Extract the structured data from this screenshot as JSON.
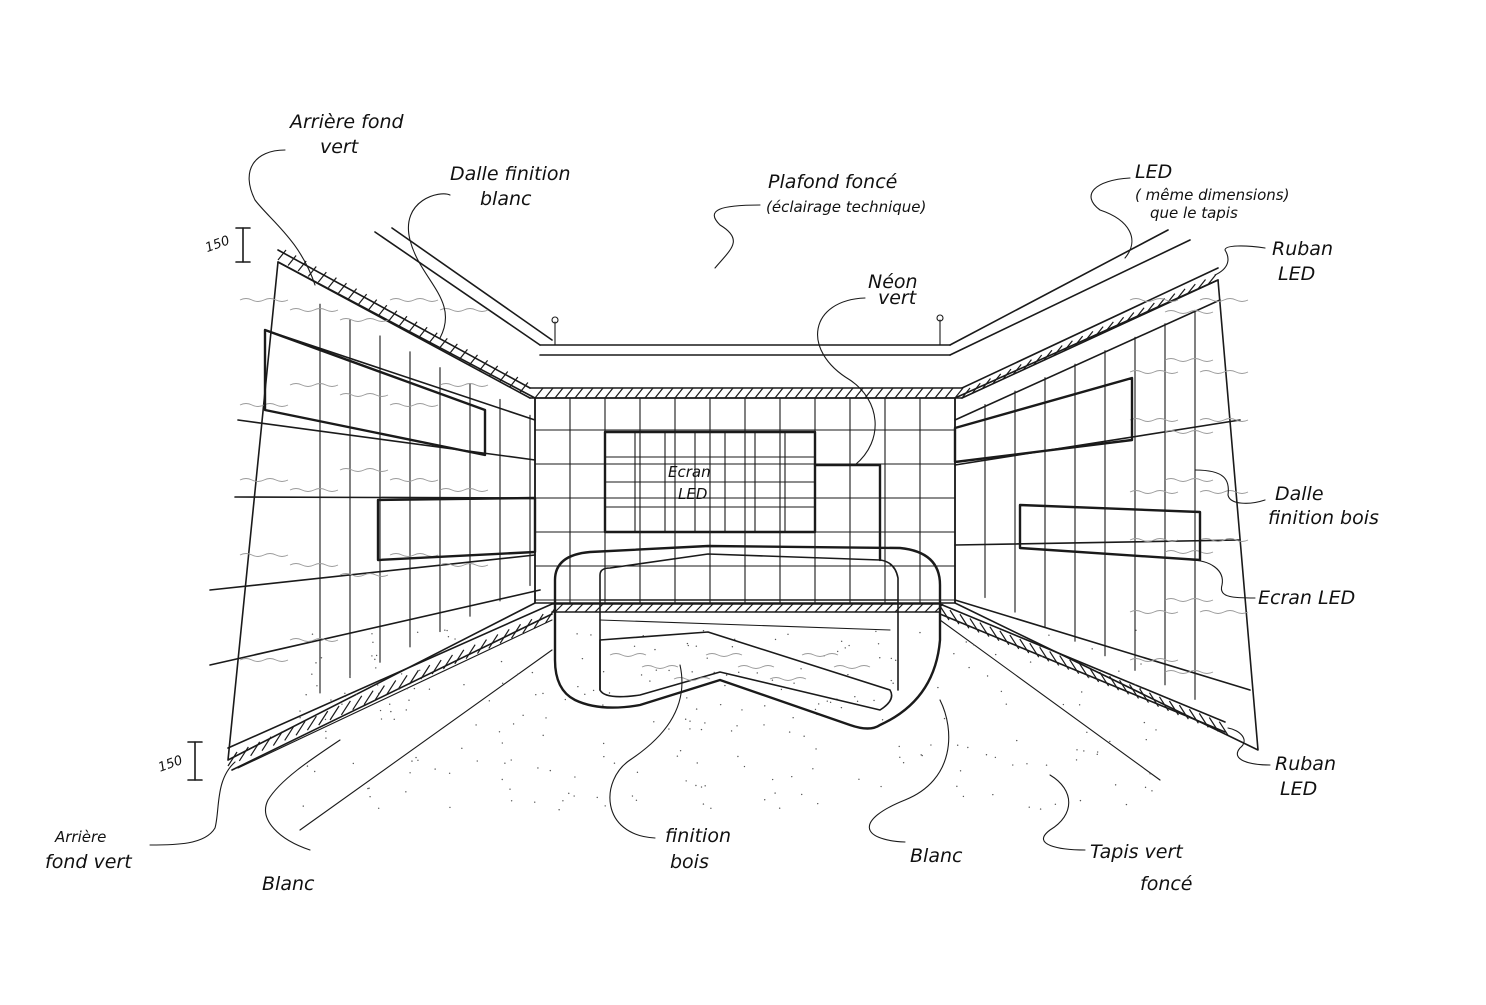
{
  "labels": {
    "arriere_fond_top": [
      "Arrière fond",
      "vert"
    ],
    "dalle_blanc": [
      "Dalle finition",
      "blanc"
    ],
    "plafond": [
      "Plafond foncé",
      "(éclairage technique)"
    ],
    "led_top": [
      "LED",
      "( même dimensions)",
      "que le tapis"
    ],
    "ruban_top": [
      "Ruban",
      "LED"
    ],
    "neon": [
      "Néon",
      "vert"
    ],
    "ecran_center": [
      "Ecran",
      "LED"
    ],
    "dalle_bois": [
      "Dalle",
      "finition bois"
    ],
    "ecran_right": [
      "Ecran LED"
    ],
    "ruban_bottom": [
      "Ruban",
      "LED"
    ],
    "tapis": [
      "Tapis vert",
      "foncé"
    ],
    "blanc_right": [
      "Blanc"
    ],
    "finition_bois": [
      "finition",
      "bois"
    ],
    "blanc_left": [
      "Blanc"
    ],
    "arriere_fond_bottom": [
      "Arrière",
      "fond vert"
    ]
  },
  "dimensions": {
    "top": "150",
    "bottom": "150"
  }
}
